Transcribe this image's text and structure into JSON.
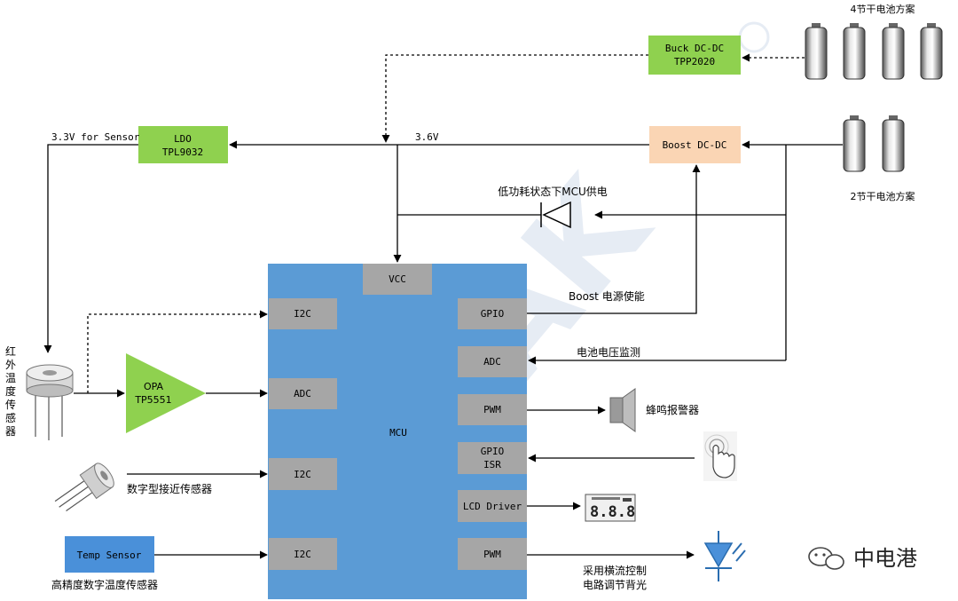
{
  "watermark": "3PEAK",
  "mcu": {
    "label": "MCU",
    "vcc": "VCC",
    "left_ports": [
      "I2C",
      "ADC",
      "I2C",
      "I2C"
    ],
    "right_ports": [
      "GPIO",
      "ADC",
      "PWM",
      "GPIO",
      "ISR",
      "LCD Driver",
      "PWM"
    ]
  },
  "blocks": {
    "buck_line1": "Buck DC-DC",
    "buck_line2": "TPP2020",
    "boost": "Boost DC-DC",
    "ldo_line1": "LDO",
    "ldo_line2": "TPL9032",
    "opa_line1": "OPA",
    "opa_line2": "TP5551",
    "temp_sensor": "Temp Sensor"
  },
  "labels": {
    "battery_4": "4节干电池方案",
    "battery_2": "2节干电池方案",
    "sensor_supply": "3.3V for Sensor",
    "rail": "3.6V",
    "low_power": "低功耗状态下MCU供电",
    "boost_enable": "Boost 电源使能",
    "battery_monitor": "电池电压监测",
    "buzzer": "蜂鸣报警器",
    "ir_sensor_chars": [
      "红",
      "外",
      "温",
      "度",
      "传",
      "感",
      "器"
    ],
    "proximity": "数字型接近传感器",
    "temp_desc": "高精度数字温度传感器",
    "backlight_line1": "采用横流控制",
    "backlight_line2": "电路调节背光",
    "lcd_digits": "8.8.8"
  },
  "brand": {
    "name": "中电港"
  },
  "colors": {
    "mcu_blue": "#5b9bd5",
    "port_grey": "#a6a6a6",
    "green": "#8fd14f",
    "orange": "#fad5b4",
    "temp_blue": "#4a90d9"
  }
}
